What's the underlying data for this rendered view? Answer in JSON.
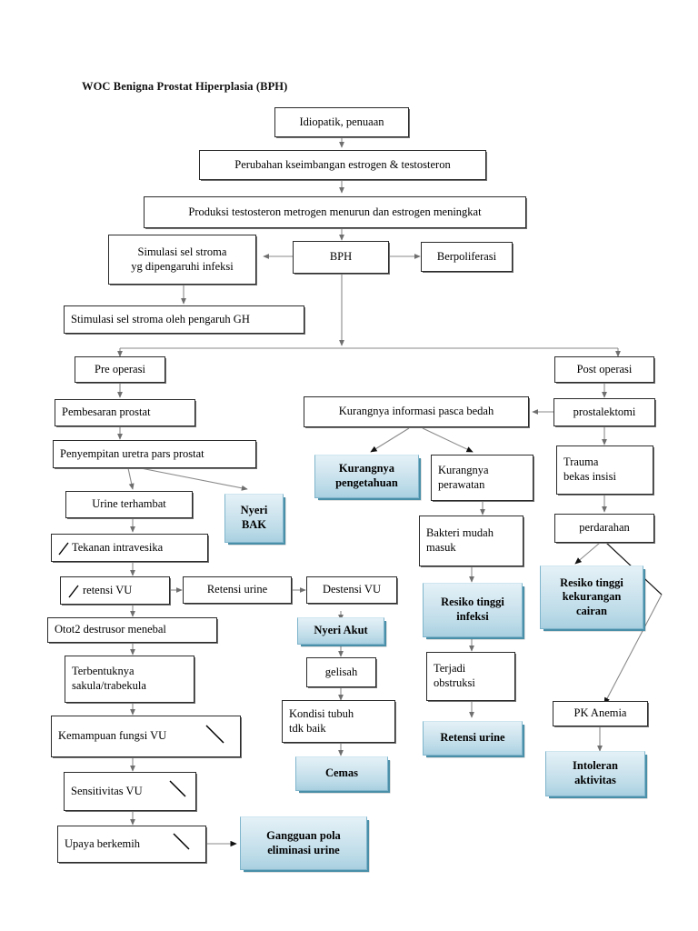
{
  "title": "WOC Benigna Prostat Hiperplasia (BPH)",
  "palette": {
    "teal_light": "#e4f1f7",
    "teal_dark": "#a9d0e0",
    "teal_border": "#7fb5cc",
    "node_border": "#2b2b2b",
    "connector": "#8a8a8a",
    "text": "#000000",
    "background": "#ffffff"
  },
  "nodes": {
    "idiopatik": "Idiopatik, penuaan",
    "perubahan": "Perubahan kseimbangan estrogen & testosteron",
    "produksi": "Produksi testosteron metrogen menurun dan estrogen meningkat",
    "simulasi_stroma": "Simulasi sel stroma\nyg dipengaruhi infeksi",
    "bph": "BPH",
    "berpoliferasi": "Berpoliferasi",
    "stimulasi_gh": "Stimulasi sel stroma oleh pengaruh GH",
    "pre_operasi": "Pre operasi",
    "post_operasi": "Post operasi",
    "pembesaran": "Pembesaran prostat",
    "penyempitan": "Penyempitan uretra pars prostat",
    "urine_terhambat": "Urine terhambat",
    "nyeri_bak": "Nyeri\nBAK",
    "tekanan_intravesika": "Tekanan intravesika",
    "retensi_vu": "retensi VU",
    "retensi_urine": "Retensi urine",
    "destensi_vu": "Destensi VU",
    "otot_destrusor": "Otot2 destrusor menebal",
    "terbentuknya": "Terbentuknya\nsakula/trabekula",
    "kemampuan_vu": "Kemampuan fungsi VU",
    "sensitivitas_vu": "Sensitivitas VU",
    "upaya_berkemih": "Upaya berkemih",
    "gangguan_eliminasi": "Gangguan pola\neliminasi urine",
    "nyeri_akut": "Nyeri Akut",
    "gelisah": "gelisah",
    "kondisi_tubuh": "Kondisi tubuh\ntdk baik",
    "cemas": "Cemas",
    "kurangnya_informasi": "Kurangnya informasi pasca bedah",
    "kurangnya_pengetahuan": "Kurangnya\npengetahuan",
    "kurangnya_perawatan": "Kurangnya\nperawatan",
    "bakteri_masuk": "Bakteri mudah\nmasuk",
    "resiko_infeksi": "Resiko tinggi\ninfeksi",
    "terjadi_obstruksi": "Terjadi\nobstruksi",
    "retensi_urine_2": "Retensi urine",
    "prostalektomi": "prostalektomi",
    "trauma_insisi": "Trauma\nbekas insisi",
    "perdarahan": "perdarahan",
    "resiko_cairan": "Resiko tinggi\nkekurangan\ncairan",
    "pk_anemia": "PK Anemia",
    "intoleran": "Intoleran\naktivitas"
  }
}
